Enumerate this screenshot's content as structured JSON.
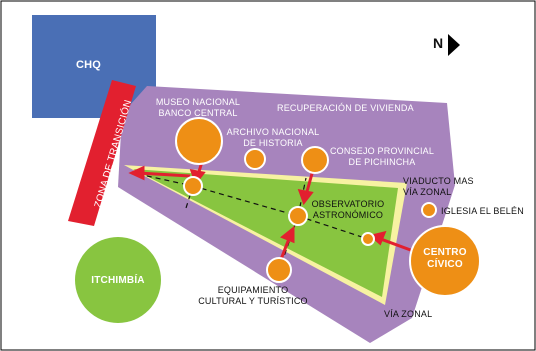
{
  "colors": {
    "chq_blue": "#4a6fb5",
    "purple": "#a784bd",
    "green": "#88c540",
    "yellow": "#f7f2a2",
    "red": "#e2202f",
    "orange": "#ee8f15"
  },
  "labels": {
    "chq": "CHQ",
    "north": "N",
    "transition_zone": "ZONA DE TRANSICIÓN",
    "museo": "MUSEO NACIONAL\nBANCO CENTRAL",
    "recuperacion": "RECUPERACIÓN DE VIVIENDA",
    "archivo": "ARCHIVO NACIONAL\nDE HISTORIA",
    "consejo": "CONSEJO PROVINCIAL\nDE PICHINCHA",
    "viaducto": "VIADUCTO MAS\nVÍA ZONAL",
    "iglesia": "IGLESIA EL BELÉN",
    "observatorio": "OBSERVATORIO\nASTRONÓMICO",
    "centro_civico": "CENTRO\nCÍVICO",
    "itchimbia": "ITCHIMBÍA",
    "equipamiento": "EQUIPAMIENTO\nCULTURAL Y TURÍSTICO",
    "via_zonal": "VÍA ZONAL"
  }
}
